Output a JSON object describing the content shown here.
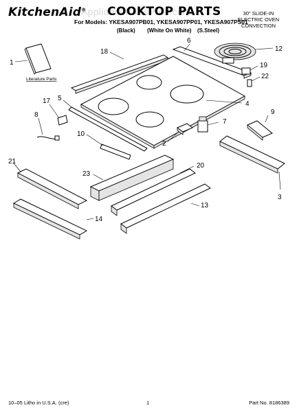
{
  "header": {
    "brand": "KitchenAid",
    "brand_mark": "®",
    "title": "COOKTOP PARTS",
    "models_line": "For Models: YKESA907PB01, YKESA907PP01, YKESA907PS01",
    "variants": [
      "(Black)",
      "(White On White)",
      "(S.Steel)"
    ],
    "model_type": [
      "30\" SLIDE-IN",
      "ELECTRIC OVEN",
      "CONVECTION"
    ],
    "watermark": "AppliancePartsPros.com"
  },
  "diagram": {
    "literature_label": "Literature Parts",
    "callouts": [
      "1",
      "2",
      "3",
      "4",
      "5",
      "6",
      "7",
      "8",
      "9",
      "10",
      "12",
      "13",
      "14",
      "17",
      "18",
      "19",
      "20",
      "21",
      "22",
      "23"
    ]
  },
  "footer": {
    "left": "10–05 Litho in U.S.A. (cre)",
    "center": "1",
    "right": "Part No. 8186389"
  }
}
